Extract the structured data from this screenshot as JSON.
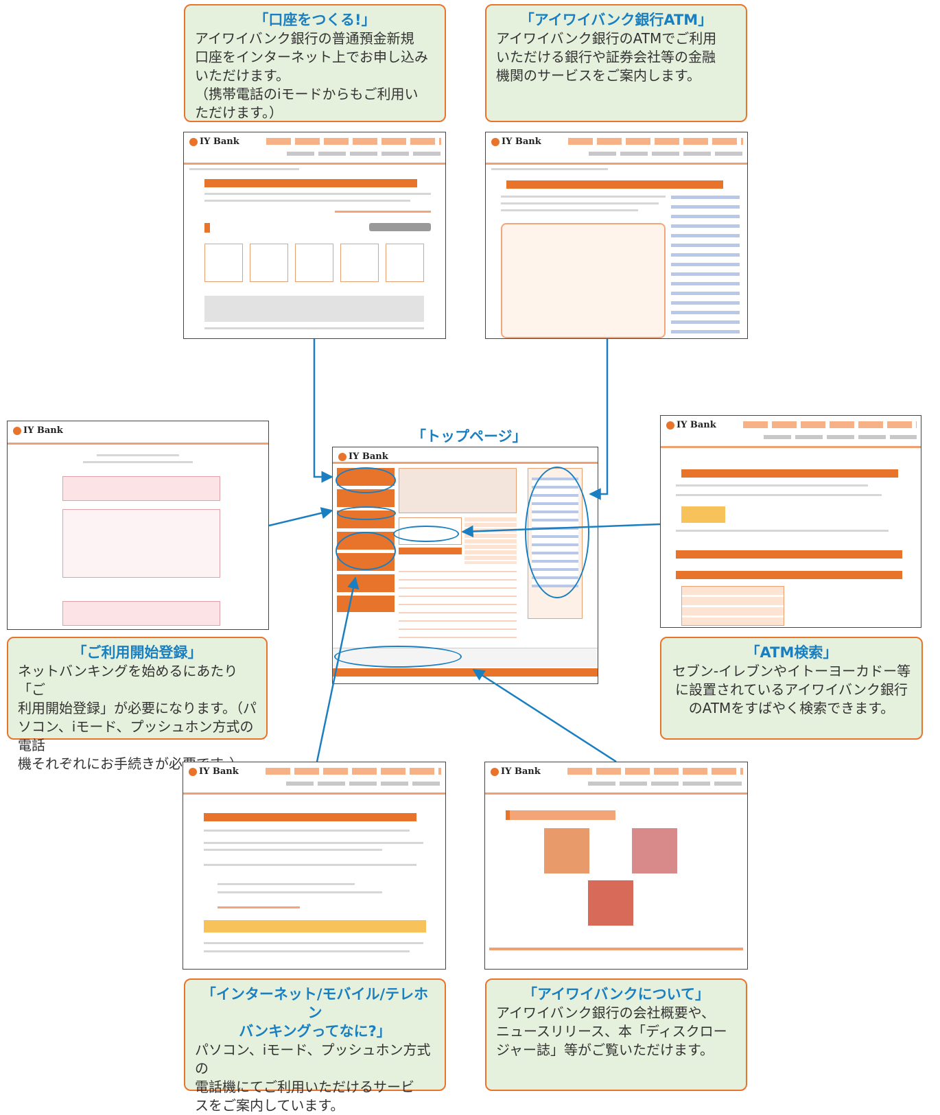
{
  "callouts": {
    "account": {
      "title": "「口座をつくる!」",
      "lines": [
        "アイワイバンク銀行の普通預金新規",
        "口座をインターネット上でお申し込み",
        "いただけます。",
        "（携帯電話のiモードからもご利用い",
        "ただけます。）"
      ]
    },
    "atm": {
      "title": "「アイワイバンク銀行ATM」",
      "lines": [
        "アイワイバンク銀行のATMでご利用",
        "いただける銀行や証券会社等の金融",
        "機関のサービスをご案内します。"
      ]
    },
    "registration": {
      "title": "「ご利用開始登録」",
      "lines": [
        "ネットバンキングを始めるにあたり「ご",
        "利用開始登録」が必要になります。（パ",
        "ソコン、iモード、プッシュホン方式の電話",
        "機それぞれにお手続きが必要です。）"
      ]
    },
    "atm_search": {
      "title": "「ATM検索」",
      "lines": [
        "セブン-イレブンやイトーヨーカドー等",
        "に設置されているアイワイバンク銀行",
        "のATMをすばやく検索できます。"
      ]
    },
    "netbanking": {
      "title_lines": [
        "「インターネット/モバイル/テレホン",
        "バンキングってなに?」"
      ],
      "lines": [
        "パソコン、iモード、プッシュホン方式の",
        "電話機にてご利用いただけるサービ",
        "スをご案内しています。"
      ]
    },
    "about": {
      "title": "「アイワイバンクについて」",
      "lines": [
        "アイワイバンク銀行の会社概要や、",
        "ニュースリリース、本「ディスクロー",
        "ジャー誌」等がご覧いただけます。"
      ]
    }
  },
  "top_page_label": "「トップページ」",
  "screens": {
    "logo_text": "IY Bank"
  },
  "colors": {
    "accent_orange": "#e8732a",
    "callout_fill": "#e6f1dd",
    "title_blue": "#1a7fc0"
  }
}
